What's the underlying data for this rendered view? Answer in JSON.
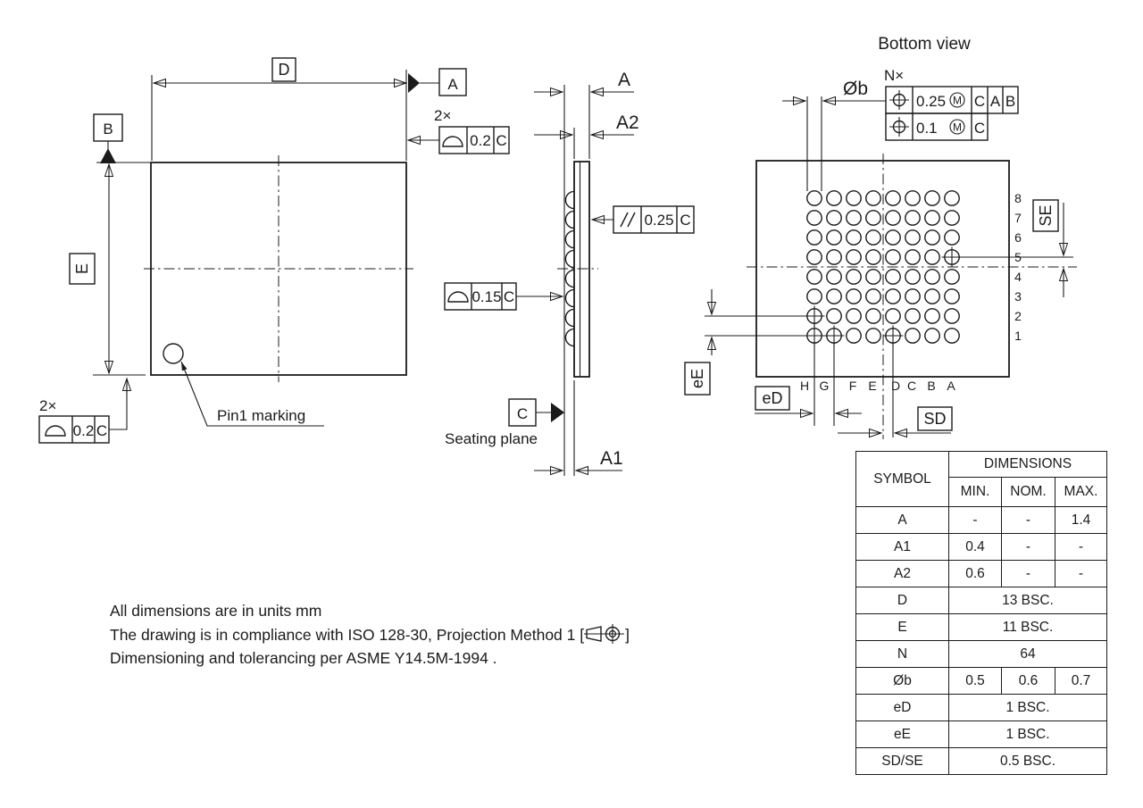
{
  "top_view": {
    "dim_d": "D",
    "dim_e": "E",
    "datum_a": "A",
    "datum_b": "B",
    "fcf_top_right": {
      "count": "2×",
      "tolerance": "0.2",
      "datum": "C"
    },
    "fcf_bottom_left": {
      "count": "2×",
      "tolerance": "0.2",
      "datum": "C"
    },
    "pin1_label": "Pin1 marking"
  },
  "side_view": {
    "dim_a": "A",
    "dim_a2": "A2",
    "dim_a1": "A1",
    "fcf_parallelism": {
      "tolerance": "0.25",
      "datum": "C"
    },
    "fcf_profile": {
      "tolerance": "0.15",
      "datum": "C"
    },
    "datum_c": "C",
    "seating_plane_label": "Seating plane"
  },
  "bottom_view": {
    "title": "Bottom view",
    "count_label": "N×",
    "ball_diameter_label": "Øb",
    "fcf_position_1": {
      "tolerance": "0.25",
      "modifier": "M",
      "datum_1": "C",
      "datum_2": "A",
      "datum_3": "B"
    },
    "fcf_position_2": {
      "tolerance": "0.1",
      "modifier": "M",
      "datum_1": "C"
    },
    "row_labels": [
      "8",
      "7",
      "6",
      "5",
      "4",
      "3",
      "2",
      "1"
    ],
    "col_labels": [
      "H",
      "G",
      "F",
      "E",
      "D",
      "C",
      "B",
      "A"
    ],
    "crosshair_balls": [
      "H2",
      "H1",
      "G1",
      "D1",
      "A5"
    ],
    "labels": {
      "se": "SE",
      "ee": "eE",
      "ed": "eD",
      "sd": "SD"
    }
  },
  "table": {
    "symbol_header": "SYMBOL",
    "dimensions_header": "DIMENSIONS",
    "min_header": "MIN.",
    "nom_header": "NOM.",
    "max_header": "MAX.",
    "rows": [
      {
        "symbol": "A",
        "min": "-",
        "nom": "-",
        "max": "1.4"
      },
      {
        "symbol": "A1",
        "min": "0.4",
        "nom": "-",
        "max": "-"
      },
      {
        "symbol": "A2",
        "min": "0.6",
        "nom": "-",
        "max": "-"
      },
      {
        "symbol": "D",
        "span": "13 BSC."
      },
      {
        "symbol": "E",
        "span": "11 BSC."
      },
      {
        "symbol": "N",
        "span": "64"
      },
      {
        "symbol": "Øb",
        "min": "0.5",
        "nom": "0.6",
        "max": "0.7"
      },
      {
        "symbol": "eD",
        "span": "1 BSC."
      },
      {
        "symbol": "eE",
        "span": "1 BSC."
      },
      {
        "symbol": "SD/SE",
        "span": "0.5 BSC."
      }
    ]
  },
  "notes": {
    "line1": "All dimensions are in units mm",
    "line2_prefix": "The drawing is in compliance with ISO 128-30, Projection Method 1 [",
    "line2_suffix": "]",
    "line3": "Dimensioning and tolerancing per ASME Y14.5M-1994 ."
  }
}
